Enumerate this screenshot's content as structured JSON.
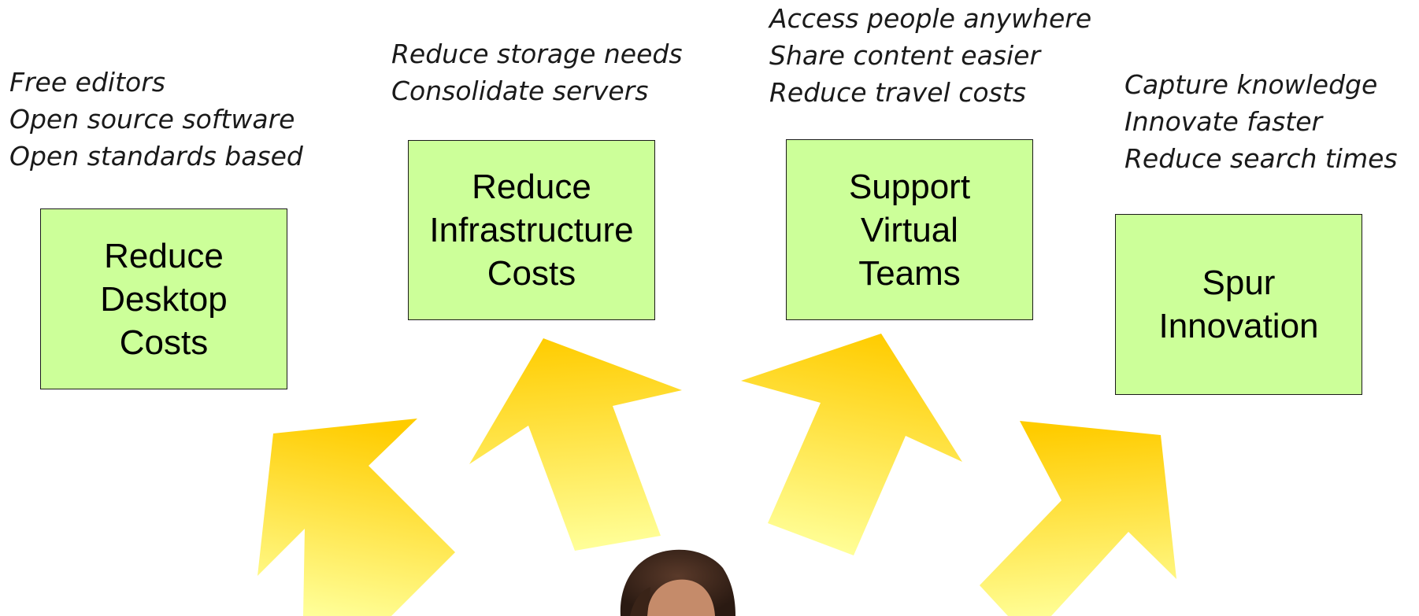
{
  "colors": {
    "box_fill": "#ccff99",
    "box_border": "#1a1a1a",
    "arrow_top": "#ffcc00",
    "arrow_bottom": "#ffff99",
    "background": "#ffffff"
  },
  "goals": [
    {
      "title_lines": [
        "Reduce",
        "Desktop",
        "Costs"
      ],
      "bullets": [
        "Free editors",
        "Open source software",
        "Open standards based"
      ]
    },
    {
      "title_lines": [
        "Reduce",
        "Infrastructure",
        "Costs"
      ],
      "bullets": [
        "Reduce storage needs",
        "Consolidate servers"
      ]
    },
    {
      "title_lines": [
        "Support",
        "Virtual",
        "Teams"
      ],
      "bullets": [
        "Access people anywhere",
        "Share content easier",
        "Reduce travel costs"
      ]
    },
    {
      "title_lines": [
        "Spur",
        "Innovation"
      ],
      "bullets": [
        "Capture knowledge",
        "Innovate faster",
        "Reduce search times"
      ]
    }
  ],
  "arrows": [
    {
      "name": "arrow-1",
      "icon": "up-left-arrow-icon"
    },
    {
      "name": "arrow-2",
      "icon": "up-arrow-icon"
    },
    {
      "name": "arrow-3",
      "icon": "up-arrow-icon"
    },
    {
      "name": "arrow-4",
      "icon": "up-right-arrow-icon"
    }
  ],
  "person": {
    "icon": "person-photo"
  }
}
